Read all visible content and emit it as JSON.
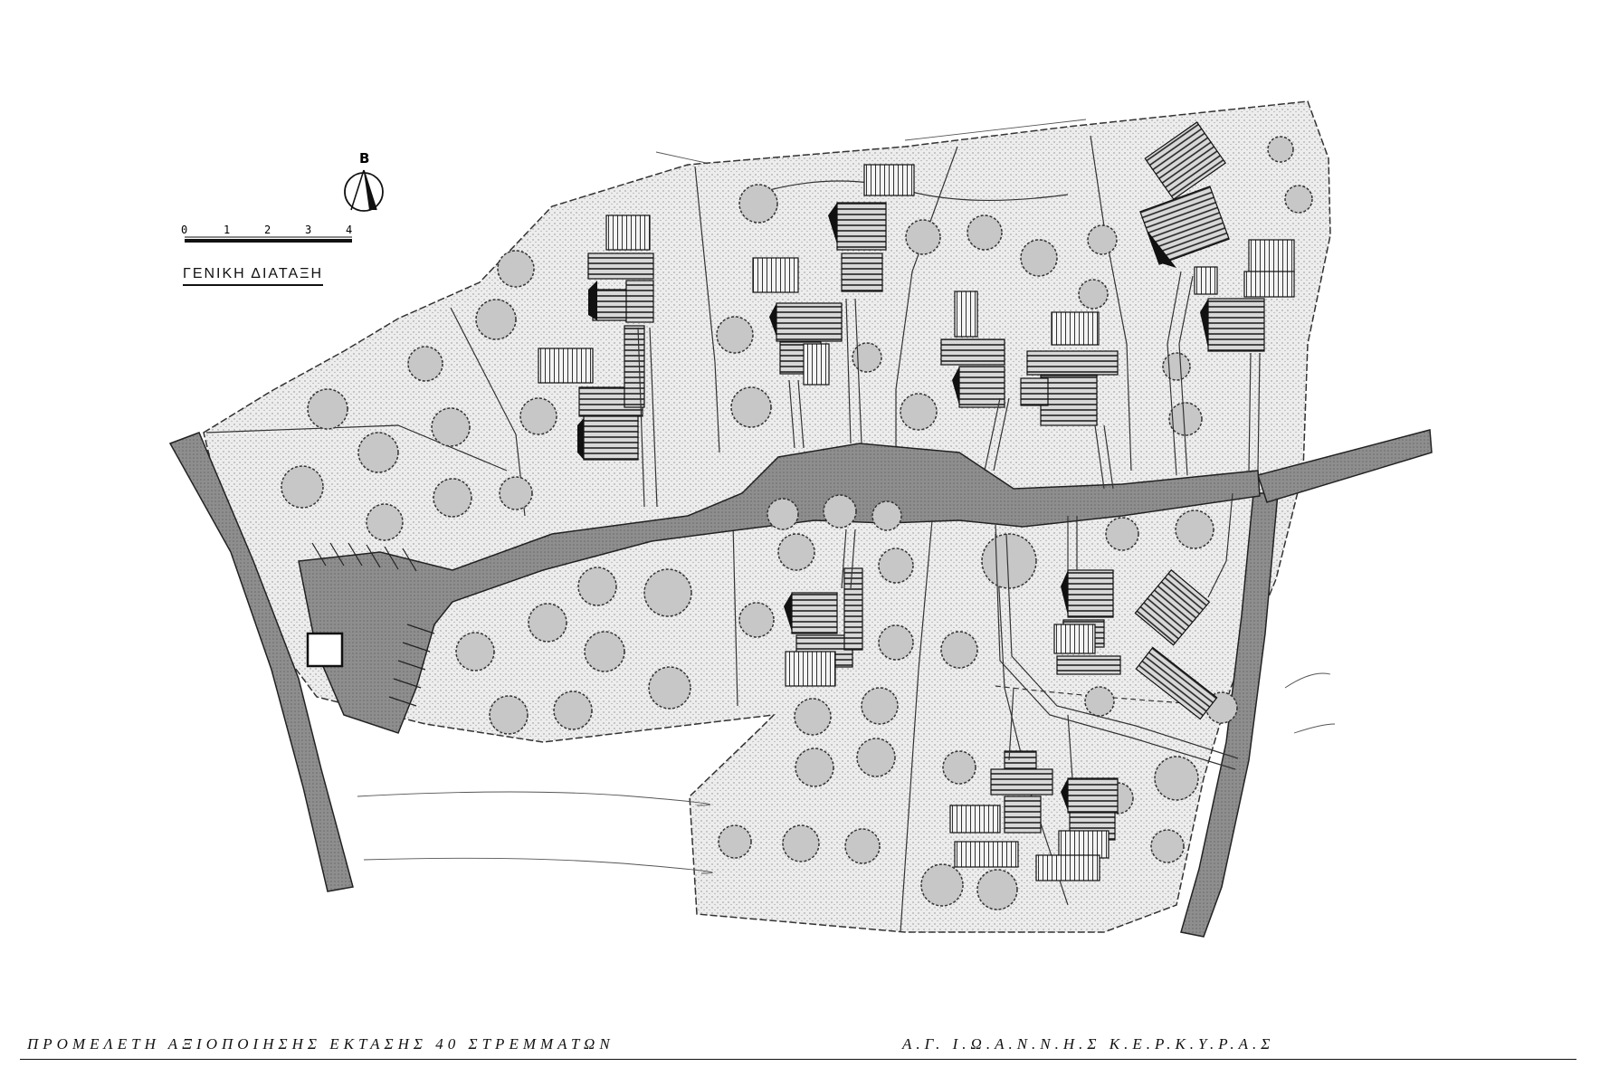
{
  "north_arrow": {
    "letter": "B"
  },
  "scale_bar": {
    "ticks": [
      "0",
      "1",
      "2",
      "3",
      "4"
    ]
  },
  "drawing_label": "ΓΕΝΙΚΗ ΔΙΑΤΑΞΗ",
  "title_block": {
    "left": "ΠΡΟΜΕΛΕΤΗ ΑΞΙΟΠΟΙΗΣΗΣ ΕΚΤΑΣΗΣ 40 ΣΤΡΕΜΜΑΤΩΝ",
    "right": "Α.Γ. Ι.Ω.Α.Ν.Ν.Η.Σ Κ.Ε.Ρ.Κ.Υ.Ρ.Α.Σ"
  },
  "colors": {
    "land": "#ececec",
    "road": "#8a8a8a",
    "building": "#5a5a5a",
    "tree": "#c9c9c9",
    "ink": "#111111"
  }
}
